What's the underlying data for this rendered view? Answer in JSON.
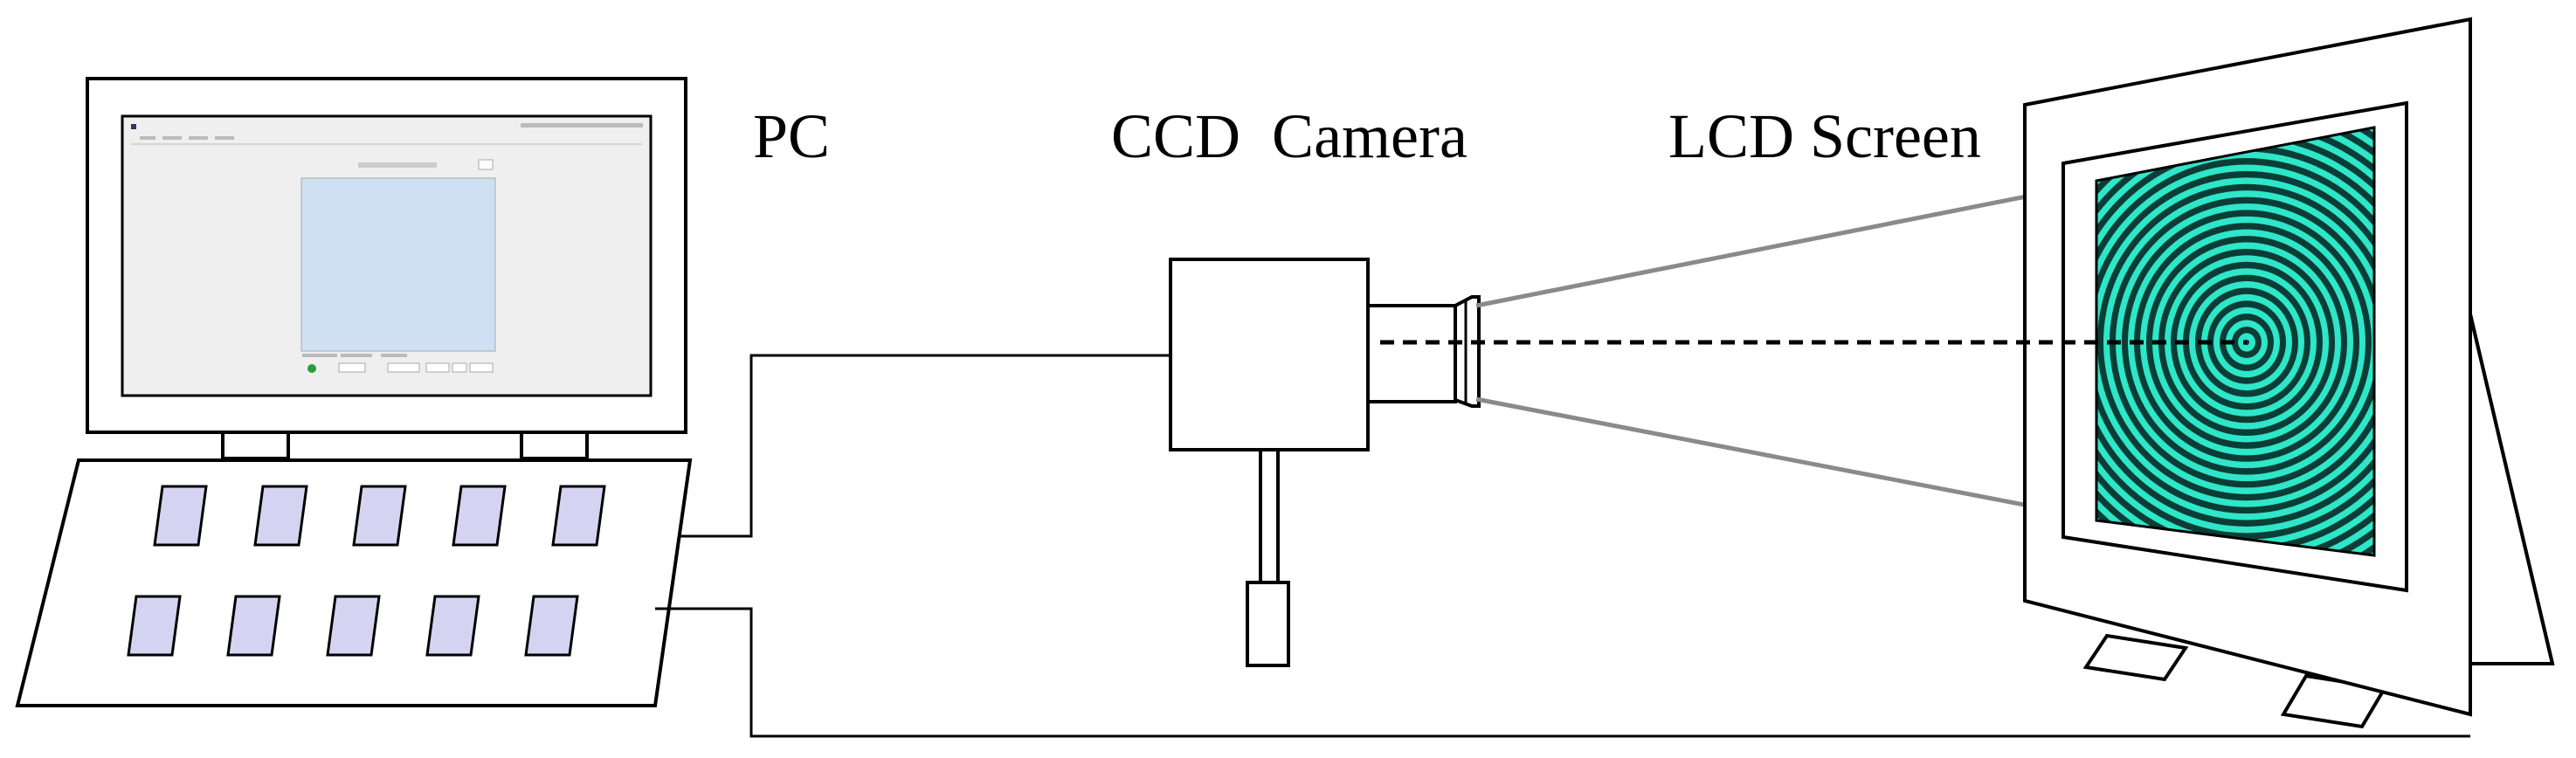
{
  "labels": {
    "pc": "PC",
    "camera": "CCD  Camera",
    "screen": "LCD Screen"
  },
  "colors": {
    "stroke": "#000000",
    "key_fill": "#d4d4f2",
    "fringe_dark": "#0b3d36",
    "fringe_light": "#2ee6c8",
    "monitor_bg": "#efefef",
    "monitor_viewport": "#cfe0f2",
    "ray": "#8a8a8a"
  }
}
